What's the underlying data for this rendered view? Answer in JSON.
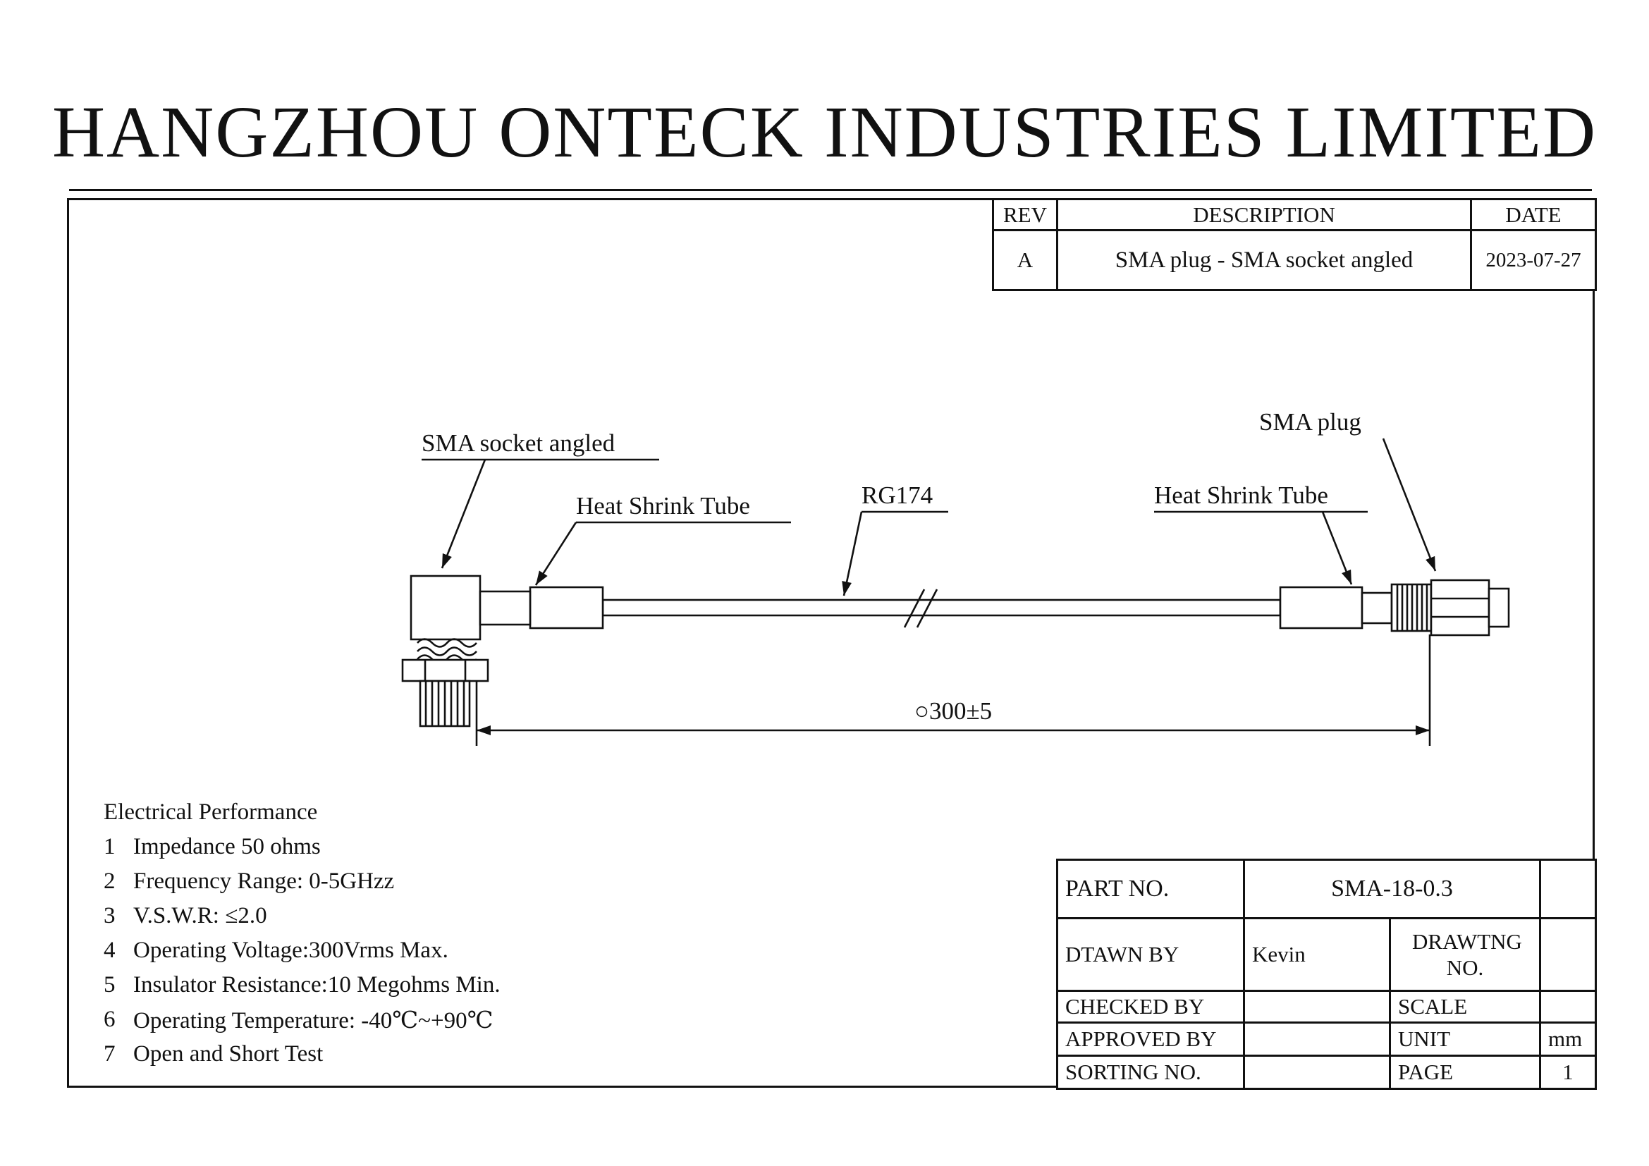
{
  "company": {
    "title": "HANGZHOU ONTECK INDUSTRIES LIMITED"
  },
  "revision_table": {
    "headers": {
      "rev": "REV",
      "description": "DESCRIPTION",
      "date": "DATE"
    },
    "rows": [
      {
        "rev": "A",
        "description": "SMA plug - SMA socket angled",
        "date": "2023-07-27"
      }
    ]
  },
  "drawing": {
    "labels": {
      "sma_socket": "SMA socket angled",
      "heat_shrink_left": "Heat Shrink Tube",
      "rg174": "RG174",
      "heat_shrink_right": "Heat Shrink Tube",
      "sma_plug": "SMA plug",
      "dimension": "○300±5"
    }
  },
  "electrical": {
    "title": "Electrical Performance",
    "items": [
      {
        "num": "1",
        "text": "Impedance 50 ohms"
      },
      {
        "num": "2",
        "text": "Frequency Range: 0-5GHzz"
      },
      {
        "num": "3",
        "text": "V.S.W.R: ≤2.0"
      },
      {
        "num": "4",
        "text": "Operating Voltage:300Vrms Max."
      },
      {
        "num": "5",
        "text": "Insulator Resistance:10 Megohms Min."
      },
      {
        "num": "6",
        "text": "Operating Temperature: -40℃~+90℃"
      },
      {
        "num": "7",
        "text": "Open and Short Test"
      }
    ]
  },
  "title_block": {
    "part_no_label": "PART NO.",
    "part_no_value": "SMA-18-0.3",
    "drawn_by_label": "DTAWN BY",
    "drawn_by_value": "Kevin",
    "drawing_no_label": "DRAWTNG NO.",
    "checked_by_label": "CHECKED BY",
    "scale_label": "SCALE",
    "approved_by_label": "APPROVED BY",
    "unit_label": "UNIT",
    "unit_value": "mm",
    "sorting_no_label": "SORTING NO.",
    "page_label": "PAGE",
    "page_value": "1"
  }
}
